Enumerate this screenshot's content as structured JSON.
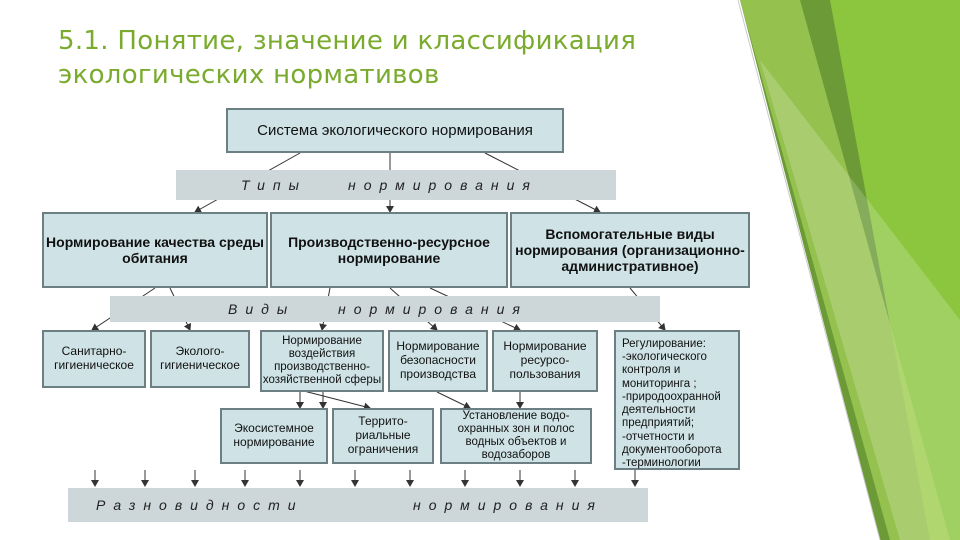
{
  "slide": {
    "title_number": "5.1.",
    "title_text": "Понятие, значение и классификация экологических нормативов"
  },
  "diagram": {
    "root": "Система экологического нормирования",
    "band_types": {
      "left": "Типы",
      "right": "нормирования"
    },
    "types": [
      "Нормирование качества среды обитания",
      "Производственно-ресурсное нормирование",
      "Вспомогательные виды нормирования (организационно-административное)"
    ],
    "band_kinds": {
      "left": "Виды",
      "right": "нормирования"
    },
    "kinds": [
      "Санитарно-гигиеническое",
      "Эколого-гигиеническое",
      "Нормирование воздействия производственно-хозяйственной сферы",
      "Нормирование безопасности производства",
      "Нормирование ресурсо-пользования",
      "Регулирование: -экологического контроля и мониторинга ; -природоохранной деятельности предприятий; -отчетности и документооборота -терминологии"
    ],
    "subkinds": [
      "Экосистемное нормирование",
      "Террито-риальные ограничения",
      "Установление водо-охранных зон и полос водных объектов и водозаборов"
    ],
    "band_varieties": {
      "left": "Разновидности",
      "right": "нормирования"
    }
  },
  "colors": {
    "title": "#7aab2e",
    "box_fill": "#cfe3e6",
    "box_border": "#6c7f83",
    "band_fill": "#cdd6d8",
    "accent_green": "#8cc63f"
  }
}
